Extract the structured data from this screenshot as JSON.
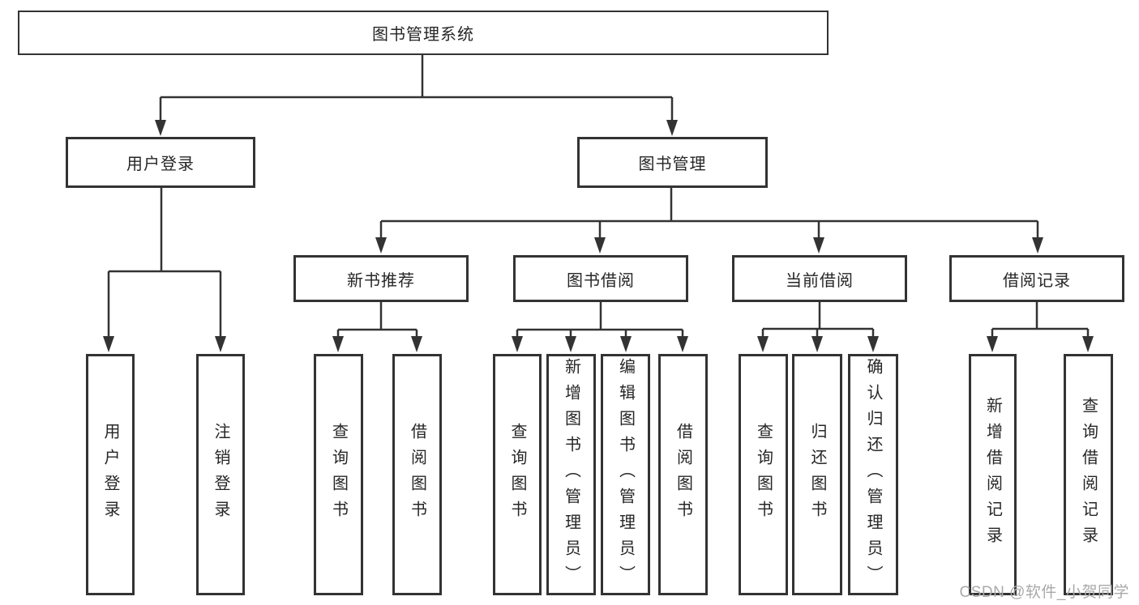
{
  "tree": {
    "label": "图书管理系统",
    "children": [
      {
        "label": "用户登录",
        "children": [
          {
            "label": "用户登录"
          },
          {
            "label": "注销登录"
          }
        ]
      },
      {
        "label": "图书管理",
        "children": [
          {
            "label": "新书推荐",
            "children": [
              {
                "label": "查询图书"
              },
              {
                "label": "借阅图书"
              }
            ]
          },
          {
            "label": "图书借阅",
            "children": [
              {
                "label": "查询图书"
              },
              {
                "label": "新增图书（管理员）"
              },
              {
                "label": "编辑图书（管理员）"
              },
              {
                "label": "借阅图书"
              }
            ]
          },
          {
            "label": "当前借阅",
            "children": [
              {
                "label": "查询图书"
              },
              {
                "label": "归还图书"
              },
              {
                "label": "确认归还（管理员）"
              }
            ]
          },
          {
            "label": "借阅记录",
            "children": [
              {
                "label": "新增借阅记录"
              },
              {
                "label": "查询借阅记录"
              }
            ]
          }
        ]
      }
    ]
  },
  "watermark": {
    "text": "CSDN @软件_小贺同学"
  },
  "colors": {
    "line": "#333333",
    "text": "#262626",
    "box_background": "#ffffff",
    "watermark": "#a9a9a9"
  }
}
